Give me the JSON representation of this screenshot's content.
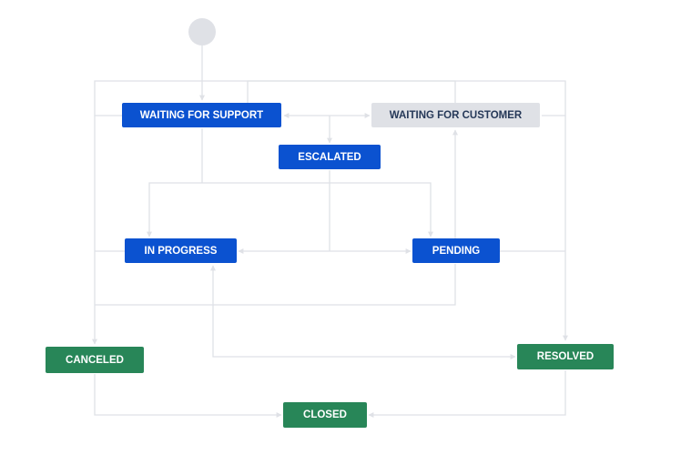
{
  "colors": {
    "in_progress_category": "#0b52d0",
    "todo_category": "#dfe1e6",
    "done_category": "#288658",
    "start_node": "#dfe1e6",
    "edge": "#dfe1e6",
    "light_text": "#ffffff",
    "dark_text": "#253858"
  },
  "diagram": {
    "start": {
      "name": "start-node"
    },
    "statuses": {
      "waiting_for_support": {
        "label": "WAITING FOR SUPPORT",
        "category": "in_progress"
      },
      "waiting_for_customer": {
        "label": "WAITING FOR CUSTOMER",
        "category": "todo"
      },
      "escalated": {
        "label": "ESCALATED",
        "category": "in_progress"
      },
      "in_progress": {
        "label": "IN PROGRESS",
        "category": "in_progress"
      },
      "pending": {
        "label": "PENDING",
        "category": "in_progress"
      },
      "canceled": {
        "label": "CANCELED",
        "category": "done"
      },
      "resolved": {
        "label": "RESOLVED",
        "category": "done"
      },
      "closed": {
        "label": "CLOSED",
        "category": "done"
      }
    },
    "transitions": [
      {
        "from": "start",
        "to": "waiting_for_support"
      },
      {
        "from": "waiting_for_support",
        "to": "waiting_for_customer",
        "bidirectional": true
      },
      {
        "from": "waiting_for_support",
        "to": "escalated"
      },
      {
        "from": "waiting_for_support",
        "to": "in_progress"
      },
      {
        "from": "waiting_for_support",
        "to": "pending"
      },
      {
        "from": "waiting_for_support",
        "to": "canceled"
      },
      {
        "from": "waiting_for_customer",
        "to": "waiting_for_support"
      },
      {
        "from": "waiting_for_customer",
        "to": "resolved"
      },
      {
        "from": "escalated",
        "to": "in_progress"
      },
      {
        "from": "escalated",
        "to": "pending"
      },
      {
        "from": "pending",
        "to": "waiting_for_customer"
      },
      {
        "from": "pending",
        "to": "canceled"
      },
      {
        "from": "pending",
        "to": "resolved"
      },
      {
        "from": "in_progress",
        "to": "canceled"
      },
      {
        "from": "in_progress",
        "to": "resolved",
        "bidirectional": true
      },
      {
        "from": "canceled",
        "to": "closed"
      },
      {
        "from": "resolved",
        "to": "closed"
      }
    ]
  }
}
